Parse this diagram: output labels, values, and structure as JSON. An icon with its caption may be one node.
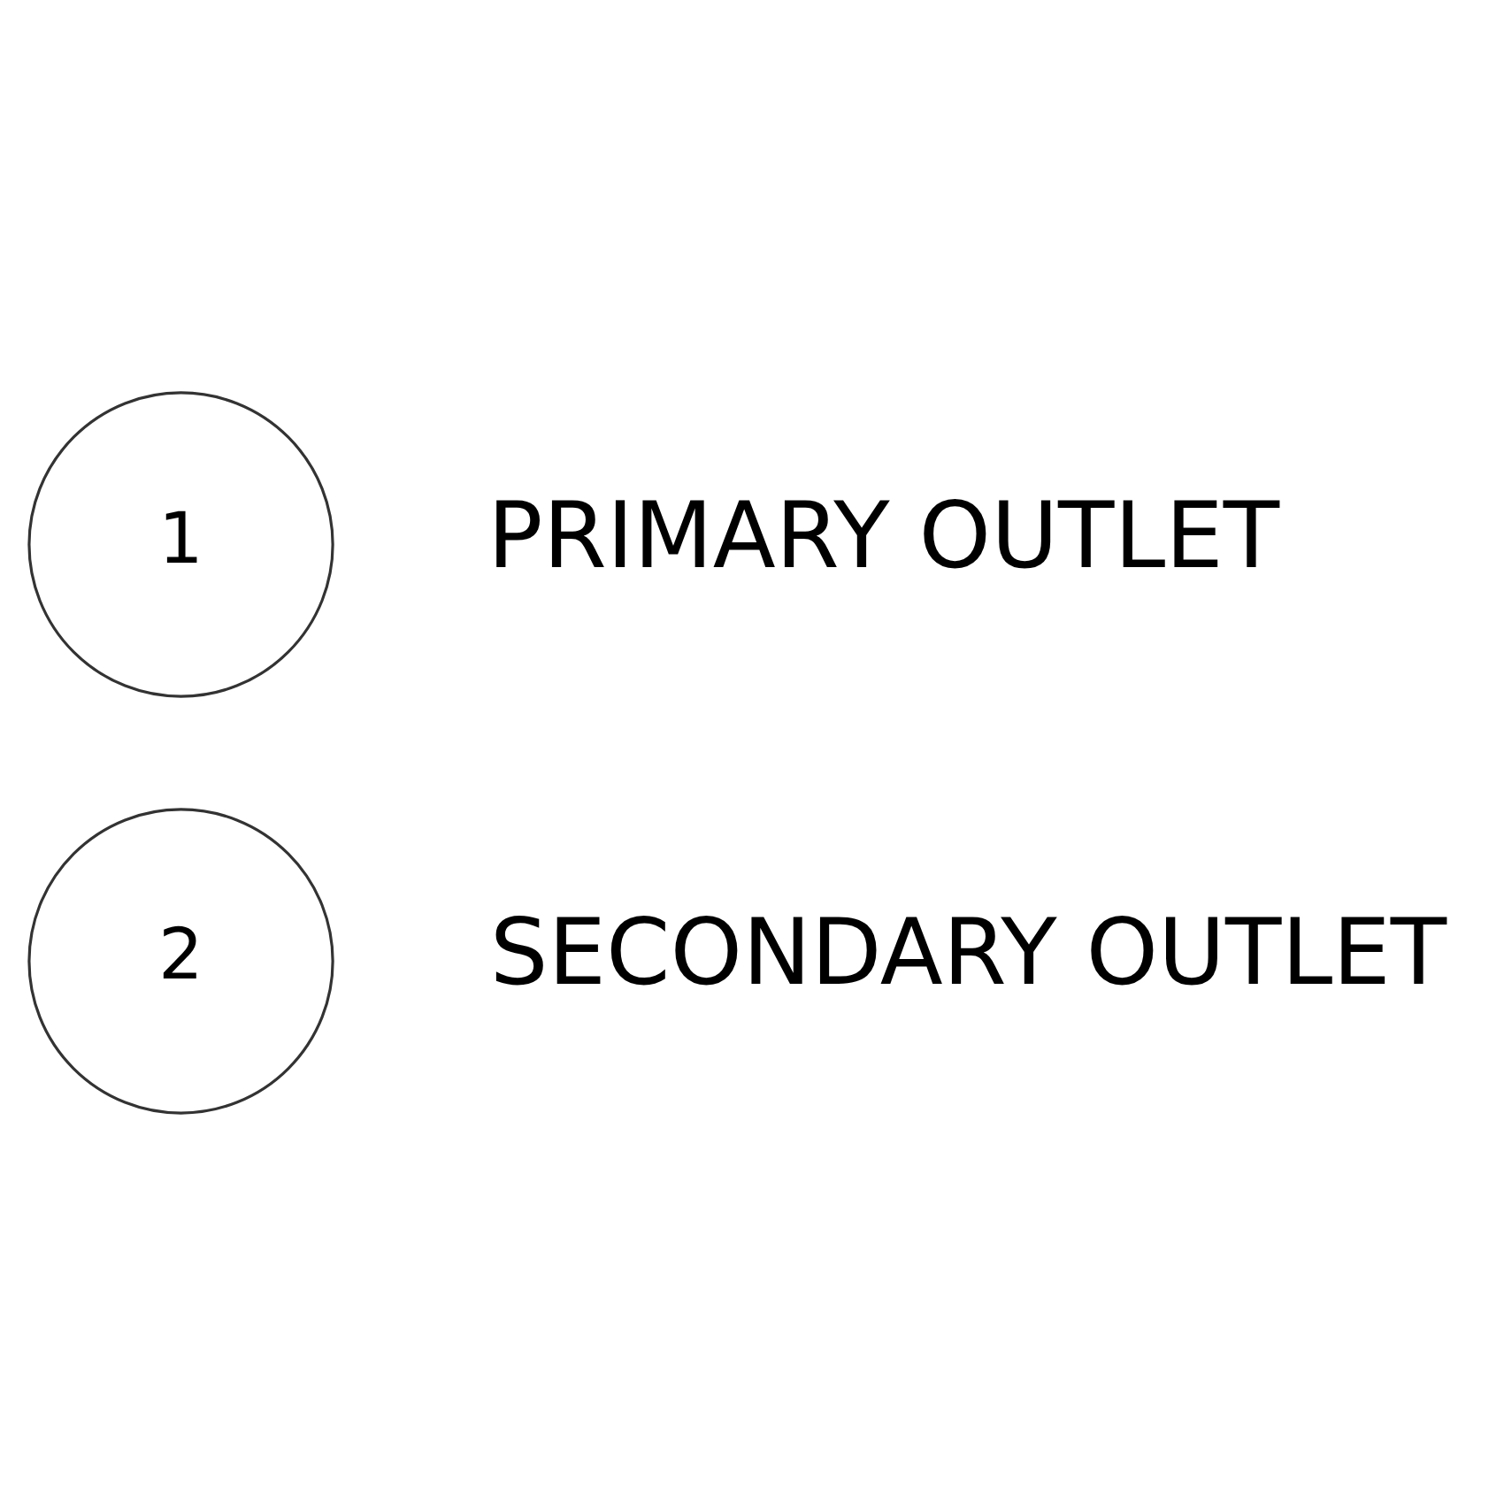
{
  "diagram": {
    "nodes": [
      {
        "text": [
          "1"
        ],
        "beside": [
          "PRIMARY OUTLET"
        ]
      },
      {
        "text": [
          "2"
        ],
        "beside": [
          "SECONDARY OUTLET"
        ]
      }
    ]
  }
}
